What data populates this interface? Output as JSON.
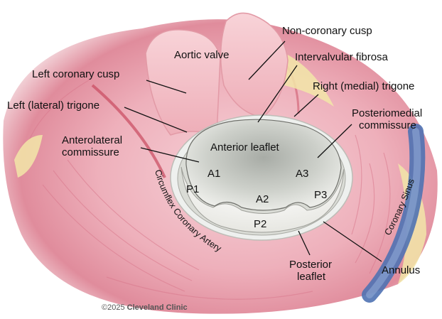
{
  "labels": {
    "aortic_valve": "Aortic valve",
    "non_coronary_cusp": "Non-coronary cusp",
    "intervalvular_fibrosa": "Intervalvular fibrosa",
    "left_coronary_cusp": "Left coronary cusp",
    "right_medial_trigone": "Right (medial) trigone",
    "left_lateral_trigone": "Left (lateral) trigone",
    "posteriomedial_commissure_line1": "Posteriomedial",
    "posteriomedial_commissure_line2": "commissure",
    "anterolateral_commissure_line1": "Anterolateral",
    "anterolateral_commissure_line2": "commissure",
    "anterior_leaflet": "Anterior leaflet",
    "a1": "A1",
    "a2": "A2",
    "a3": "A3",
    "p1": "P1",
    "p2": "P2",
    "p3": "P3",
    "circumflex_coronary_artery": "Circumflex Coronary Artery",
    "coronary_sinus": "Coronary Sinus",
    "posterior_leaflet_line1": "Posterior",
    "posterior_leaflet_line2": "leaflet",
    "annulus": "Annulus"
  },
  "copyright": {
    "prefix": "©2025 ",
    "brand": "Cleveland Clinic"
  },
  "colors": {
    "tissue_pink": "#eeb3bd",
    "tissue_dark": "#c75f75",
    "leaflet_grey": "#c9ccc6",
    "annulus_white": "#eef0ee",
    "valve_pink": "#f5c6cc",
    "vessel_blue": "#4f72b3",
    "fat_yellow": "#f2e6a8"
  }
}
